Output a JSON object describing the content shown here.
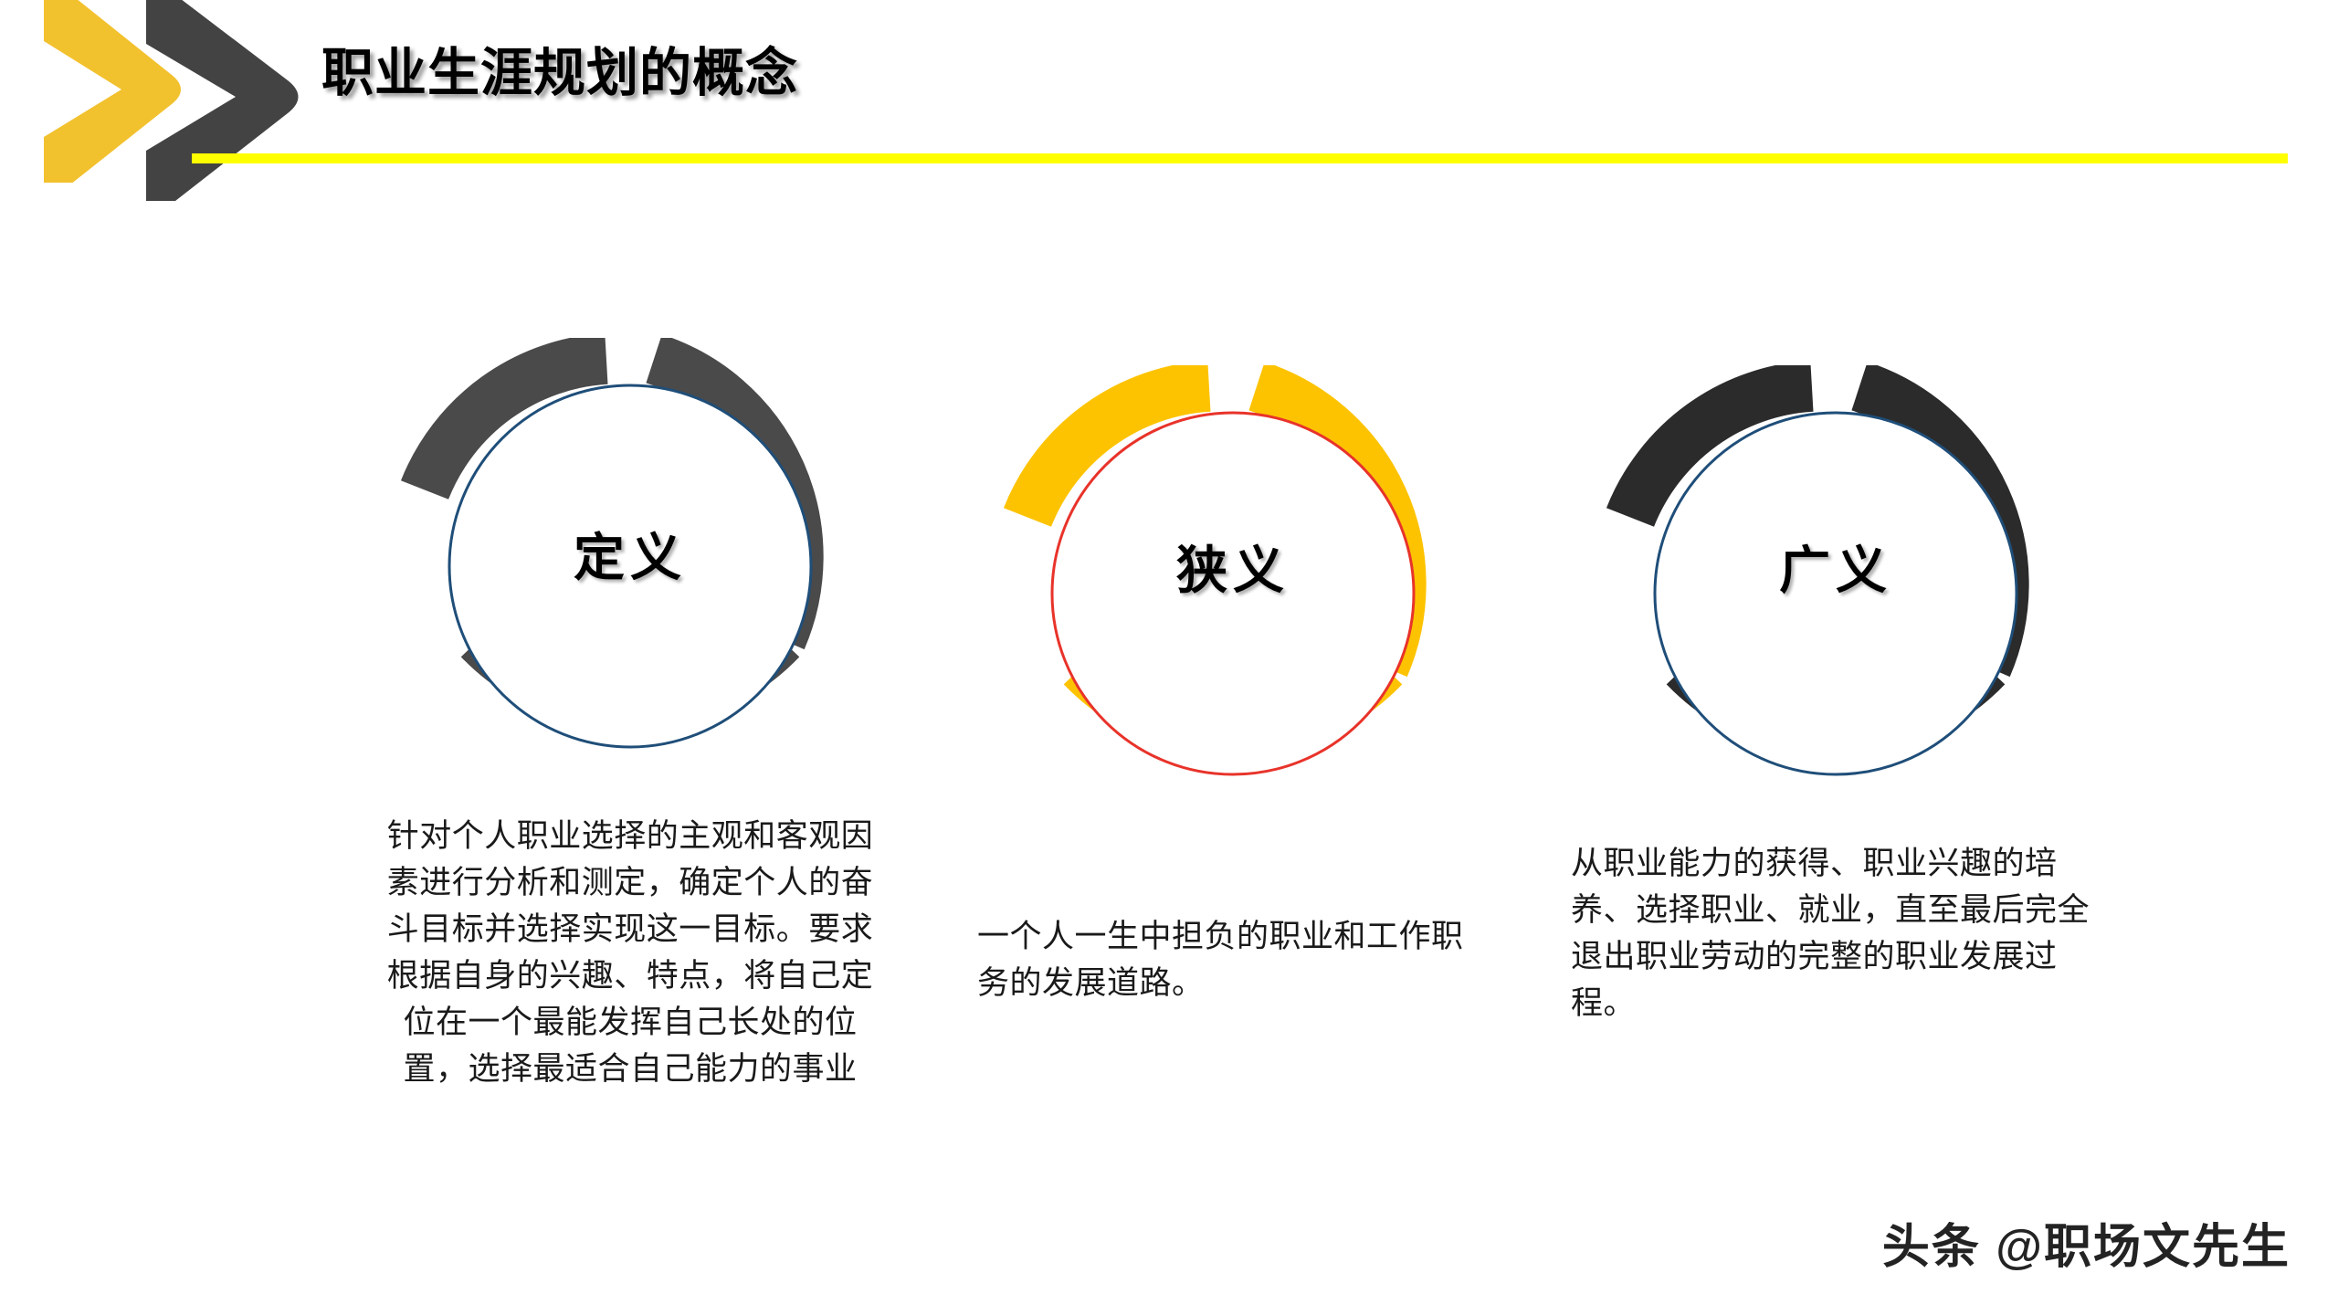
{
  "slide": {
    "title": "职业生涯规划的概念",
    "background_color": "#FFFFFF",
    "accent_yellow": "#FFFF00",
    "chevron_yellow": "#F2C12E",
    "chevron_dark": "#434343"
  },
  "header": {
    "title": "职业生涯规划的概念",
    "chevron_yellow_name": "chevron-right-yellow",
    "chevron_dark_name": "chevron-right-dark",
    "underline_color": "#FFFF00"
  },
  "concepts": [
    {
      "id": "definition",
      "label": "定义",
      "ring_color": "#4A4A4A",
      "outline_color": "#1F4E79",
      "description": "针对个人职业选择的主观和客观因素进行分析和测定，确定个人的奋斗目标并选择实现这一目标。要求根据自身的兴趣、特点，将自己定位在一个最能发挥自己长处的位置，选择最适合自己能力的事业"
    },
    {
      "id": "narrow-sense",
      "label": "狭义",
      "ring_color": "#FDC300",
      "outline_color": "#E8332A",
      "description": "一个人一生中担负的职业和工作职务的发展道路。"
    },
    {
      "id": "broad-sense",
      "label": "广义",
      "ring_color": "#2B2B2B",
      "outline_color": "#1F4E79",
      "description": "从职业能力的获得、职业兴趣的培养、选择职业、就业，直至最后完全退出职业劳动的完整的职业发展过程。"
    }
  ],
  "footer": {
    "watermark": "头条 @职场文先生"
  }
}
